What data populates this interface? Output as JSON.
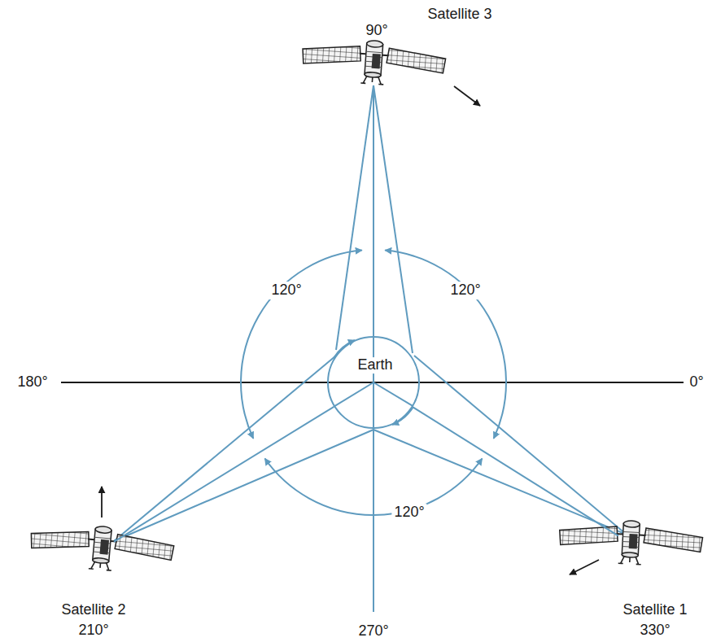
{
  "diagram": {
    "nodes": [
      {
        "text": [
          "Satellite 3",
          "90°"
        ]
      },
      {
        "text": [
          "Earth"
        ]
      },
      {
        "text": [
          "Satellite 2",
          "210°"
        ]
      },
      {
        "text": [
          "Satellite 1",
          "330°"
        ]
      }
    ],
    "edges": [
      {
        "from": 0,
        "to": 1,
        "arrow": "none"
      },
      {
        "from": 2,
        "to": 1,
        "arrow": "none"
      },
      {
        "from": 3,
        "to": 1,
        "arrow": "none"
      }
    ],
    "labels": [
      "120°",
      "120°",
      "180°",
      "0°",
      "120°",
      "270°"
    ]
  }
}
